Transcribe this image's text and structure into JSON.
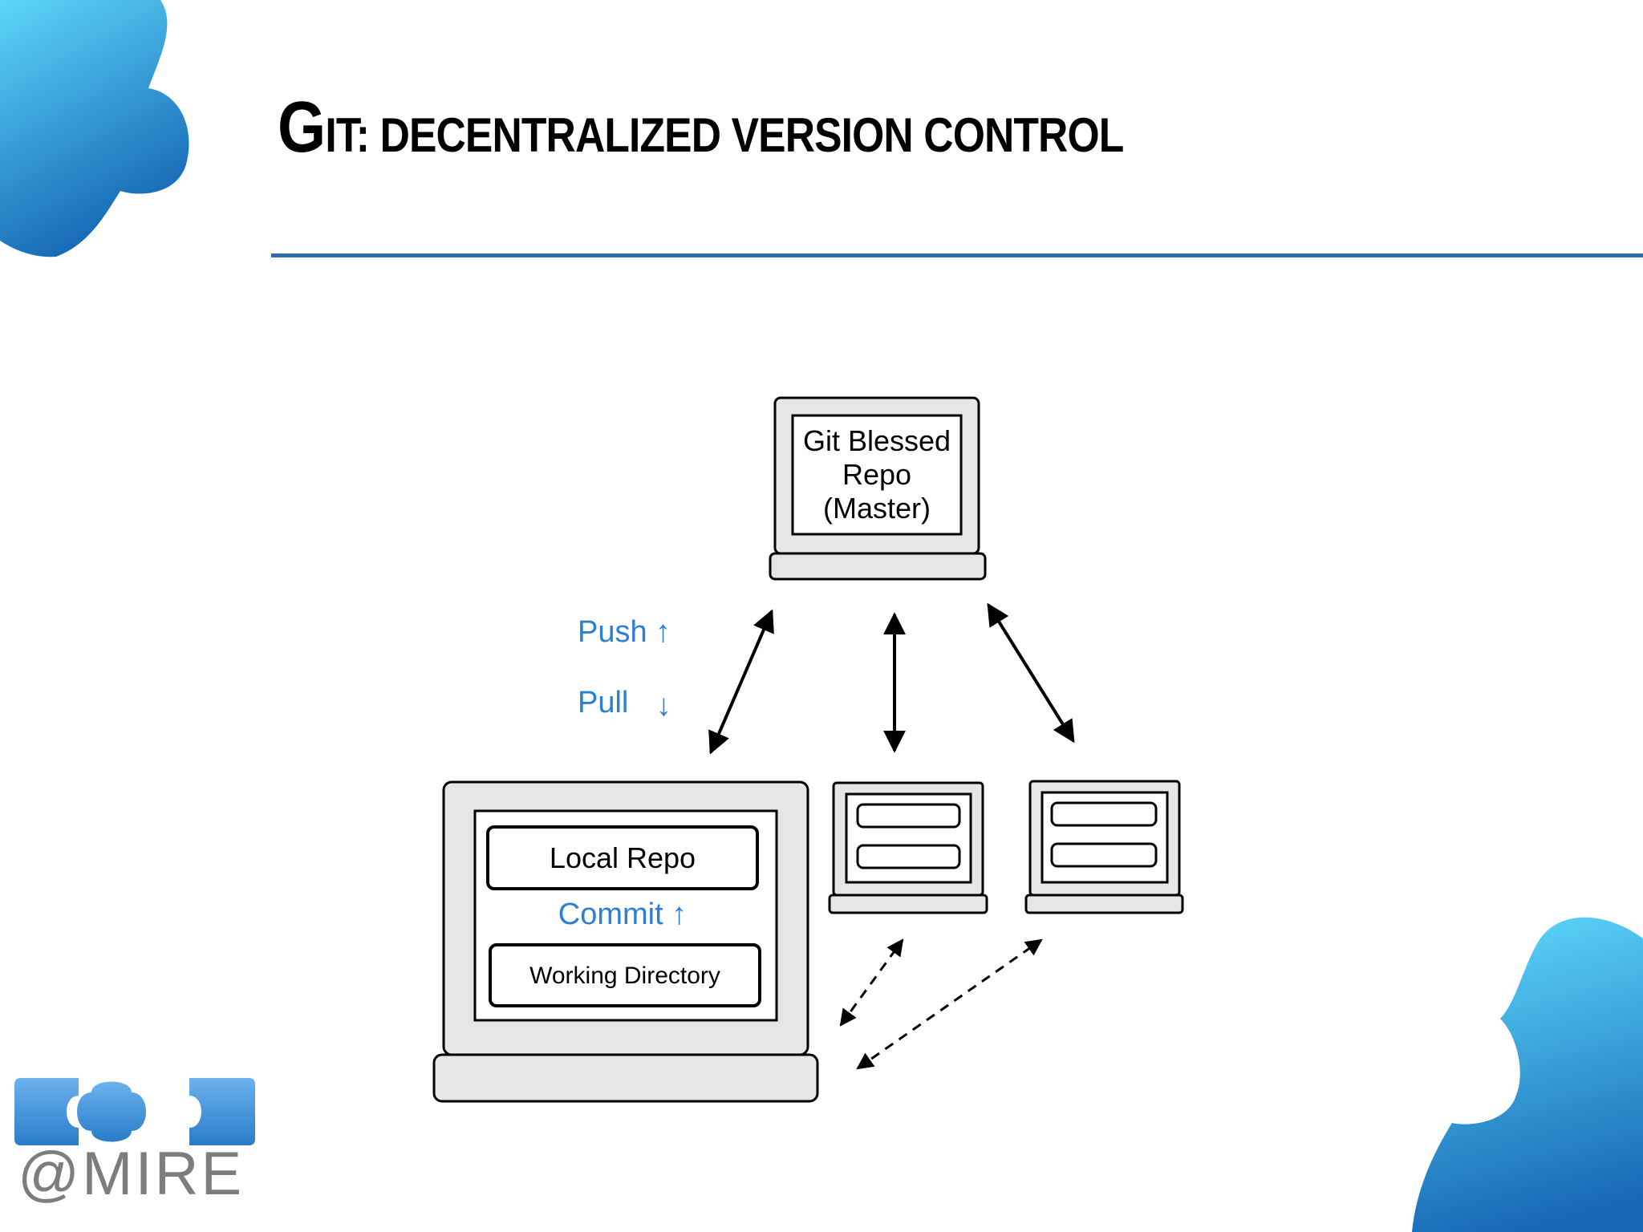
{
  "slide": {
    "title_first_letter": "G",
    "title_rest": "IT: DECENTRALIZED VERSION CONTROL"
  },
  "diagram": {
    "master_box": {
      "line1": "Git Blessed",
      "line2": "Repo",
      "line3": "(Master)"
    },
    "push_label": "Push ↑",
    "pull_label": "Pull",
    "pull_arrow": "↓",
    "local_repo_label": "Local Repo",
    "commit_label": "Commit ↑",
    "working_dir_label": "Working Directory"
  },
  "logo": {
    "text": "@MIRE"
  },
  "colors": {
    "accent_blue": "#2f6ea6",
    "label_blue": "#2d7fd6",
    "puzzle_light": "#5cd6fb",
    "puzzle_dark": "#1567b4",
    "device_fill": "#e6e6e6"
  }
}
